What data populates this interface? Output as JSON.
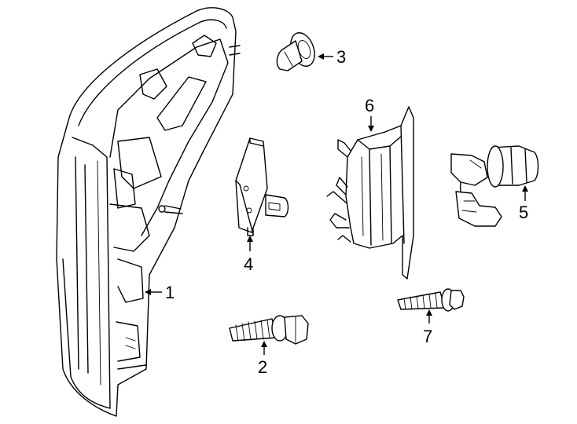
{
  "diagram": {
    "callouts": [
      {
        "id": "1",
        "label": "1"
      },
      {
        "id": "2",
        "label": "2"
      },
      {
        "id": "3",
        "label": "3"
      },
      {
        "id": "4",
        "label": "4"
      },
      {
        "id": "5",
        "label": "5"
      },
      {
        "id": "6",
        "label": "6"
      },
      {
        "id": "7",
        "label": "7"
      }
    ]
  }
}
